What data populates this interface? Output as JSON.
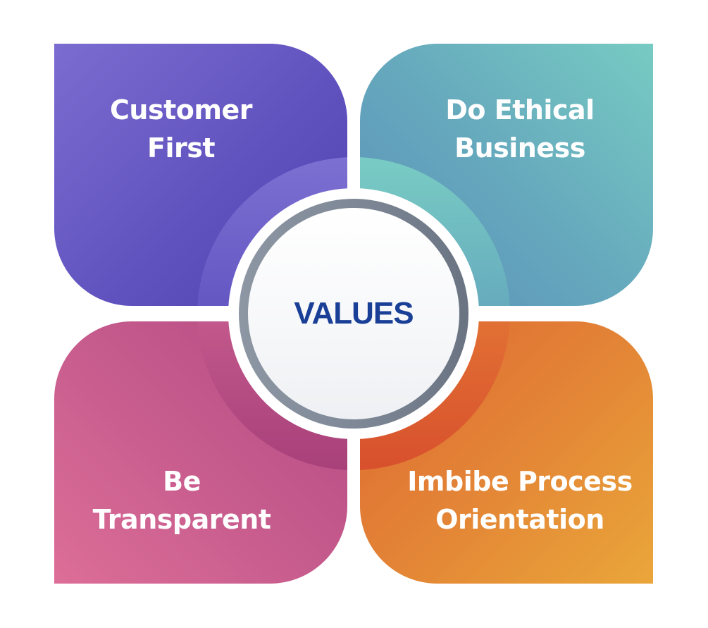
{
  "diagram": {
    "center": {
      "label": "VALUES",
      "color": "#1a3f97",
      "ring_color": "#7e8896"
    },
    "quadrants": [
      {
        "position": "top-left",
        "lines": [
          "Customer",
          "First"
        ],
        "color": "#6153bf"
      },
      {
        "position": "top-right",
        "lines": [
          "Do Ethical",
          "Business"
        ],
        "color": "#66a9bd"
      },
      {
        "position": "bottom-left",
        "lines": [
          "Be",
          "Transparent"
        ],
        "color": "#c65b8d"
      },
      {
        "position": "bottom-right",
        "lines": [
          "Imbibe Process",
          "Orientation"
        ],
        "color": "#e38436"
      }
    ]
  }
}
